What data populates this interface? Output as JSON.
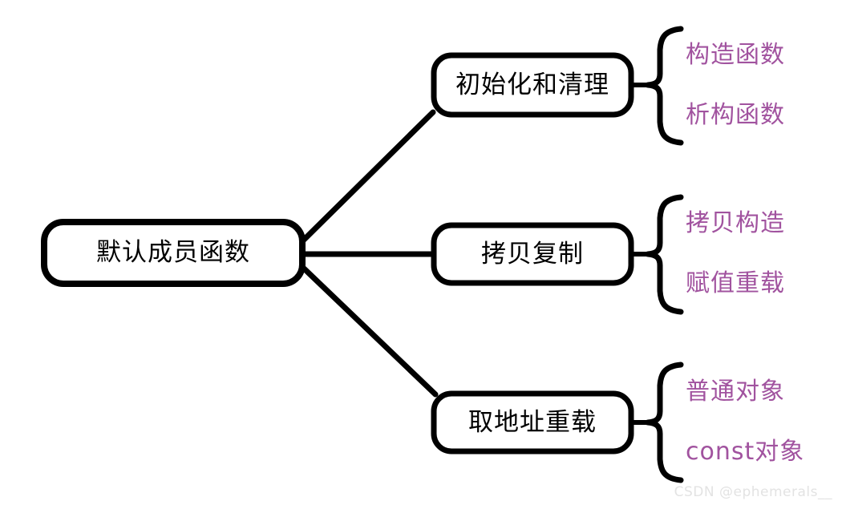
{
  "diagram": {
    "type": "mind-map",
    "background_color": "#ffffff",
    "node_stroke_color": "#000000",
    "node_fill_color": "#ffffff",
    "leaf_text_color": "#a1539f",
    "root": {
      "label": "默认成员函数"
    },
    "branches": [
      {
        "label": "初始化和清理",
        "leaves": [
          "构造函数",
          "析构函数"
        ]
      },
      {
        "label": "拷贝复制",
        "leaves": [
          "拷贝构造",
          "赋值重载"
        ]
      },
      {
        "label": "取地址重载",
        "leaves": [
          "普通对象",
          "const对象"
        ]
      }
    ]
  },
  "watermark": {
    "text": "CSDN @ephemerals__"
  }
}
